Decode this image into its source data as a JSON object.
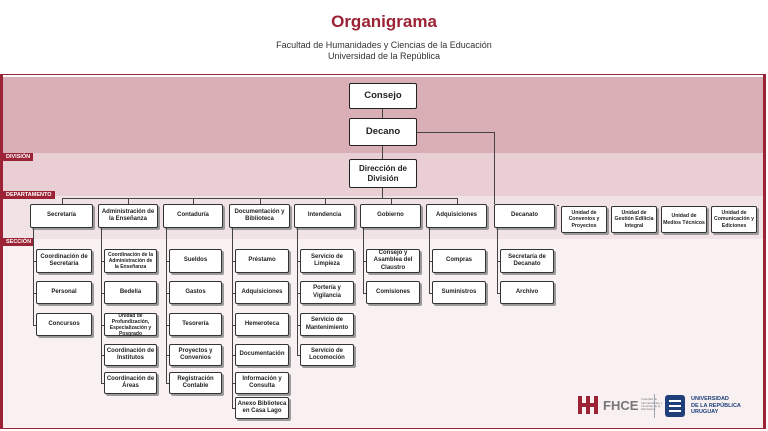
{
  "header": {
    "title": "Organigrama",
    "subtitle_line1": "Facultad de Humanidades y Ciencias de la Educación",
    "subtitle_line2": "Universidad de la República"
  },
  "bands": {
    "division": "DIVISIÓN",
    "departamento": "DEPARTAMENTO",
    "seccion": "SECCIÓN"
  },
  "top": {
    "consejo": "Consejo",
    "decano": "Decano",
    "direccion": "Dirección de División"
  },
  "departments": [
    {
      "label": "Secretaría",
      "sections": [
        "Coordinación de Secretaría",
        "Personal",
        "Concursos"
      ]
    },
    {
      "label": "Administración de la Enseñanza",
      "sections": [
        "Coordinación de la Administración de la Enseñanza",
        "Bedelía",
        "Unidad de Profundización, Especialización y Posgrado",
        "Coordinación de Institutos",
        "Coordinación de Áreas"
      ]
    },
    {
      "label": "Contaduría",
      "sections": [
        "Sueldos",
        "Gastos",
        "Tesorería",
        "Proyectos y Convenios",
        "Registración Contable"
      ]
    },
    {
      "label": "Documentación y Biblioteca",
      "sections": [
        "Préstamo",
        "Adquisiciones",
        "Hemeroteca",
        "Documentación",
        "Información y Consulta",
        "Anexo Biblioteca en Casa Lago"
      ]
    },
    {
      "label": "Intendencia",
      "sections": [
        "Servicio de Limpieza",
        "Portería y Vigilancia",
        "Servicio de Mantenimiento",
        "Servicio de Locomoción"
      ]
    },
    {
      "label": "Gobierno",
      "sections": [
        "Consejo y Asamblea del Claustro",
        "Comisiones"
      ]
    },
    {
      "label": "Adquisiciones",
      "sections": [
        "Compras",
        "Suministros"
      ]
    },
    {
      "label": "Decanato",
      "sections": [
        "Secretaría de Decanato",
        "Archivo"
      ]
    }
  ],
  "units": [
    "Unidad de Convenios y Proyectos",
    "Unidad de Gestión Edilicia Integral",
    "Unidad de Medios Técnicos",
    "Unidad de Comunicación y Ediciones"
  ],
  "logos": {
    "fhce": "FHCE",
    "fhce_small": "Facultad de Humanidades y Ciencias de la Educación",
    "udelar_line1": "UNIVERSIDAD",
    "udelar_line2": "DE LA REPÚBLICA",
    "udelar_line3": "URUGUAY"
  },
  "colors": {
    "brand": "#9b2335",
    "udelar_blue": "#1f3f7a"
  }
}
